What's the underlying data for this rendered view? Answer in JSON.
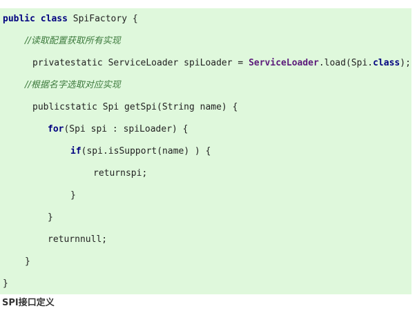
{
  "code": {
    "line1": {
      "kw_public": "public",
      "kw_class": "class",
      "rest": " SpiFactory {"
    },
    "line2": {
      "comment": "//读取配置获取所有实现"
    },
    "line3": {
      "text_a": "privatestatic ServiceLoader spiLoader = ",
      "class_ref": "ServiceLoader",
      "text_b": ".load(Spi.",
      "kw_class": "class",
      "text_c": ");"
    },
    "line4": {
      "comment": "//根据名字选取对应实现"
    },
    "line5": {
      "text": "publicstatic Spi getSpi(String name) {"
    },
    "line6": {
      "kw_for": "for",
      "rest": "(Spi spi : spiLoader) {"
    },
    "line7": {
      "kw_if": "if",
      "rest": "(spi.isSupport(name) ) {"
    },
    "line8": {
      "text": "returnspi;"
    },
    "line9": {
      "text": "}"
    },
    "line10": {
      "text": "}"
    },
    "line11": {
      "text": "returnnull;"
    },
    "line12": {
      "text": "}"
    },
    "line13": {
      "text": "}"
    }
  },
  "caption": "SPI接口定义"
}
